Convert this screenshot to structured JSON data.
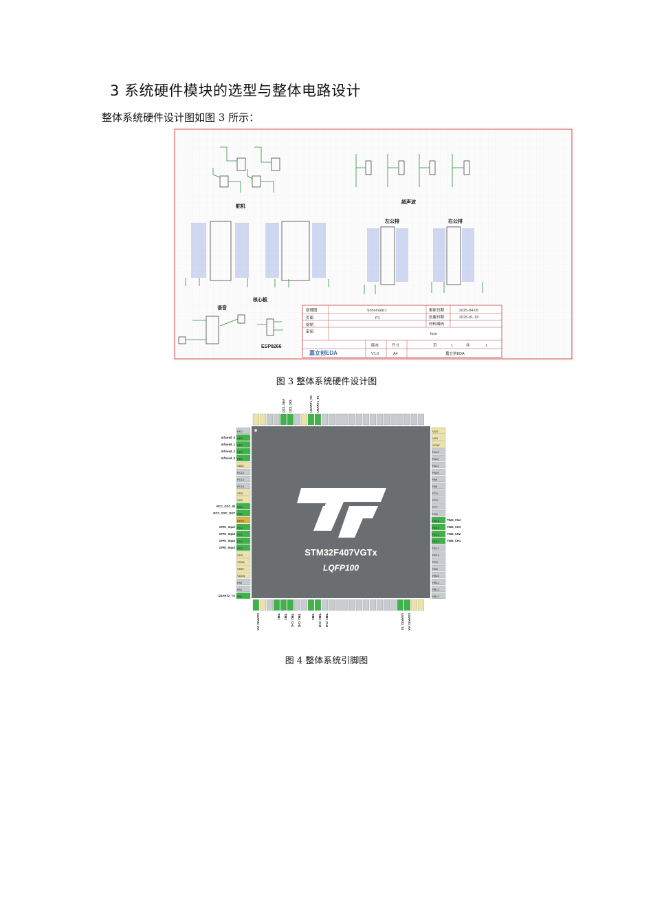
{
  "heading": "3 系统硬件模块的选型与整体电路设计",
  "intro": "整体系统硬件设计图如图 3 所示：",
  "figure3": {
    "caption": "图 3 整体系统硬件设计图",
    "labels": {
      "servo": "舵机",
      "ultrasonic": "超声波",
      "left_header": "左公排",
      "right_header": "右公排",
      "core_board": "核心板",
      "voice": "语音",
      "esp": "ESP8266"
    },
    "title_block": {
      "sheet_label": "原理图",
      "sheet_value": "Schematic1",
      "page_label": "页面",
      "page_value": "P1",
      "draw_label": "绘制",
      "review_label": "审阅",
      "author_value": "luye",
      "update_label": "更新日期",
      "update_value": "2025-04-05",
      "create_label": "创建日期",
      "create_value": "2025-01-18",
      "pcb_label": "材料编码",
      "version_label": "版本",
      "version_value": "V1.0",
      "size_label": "尺寸",
      "size_value": "A4",
      "page_of_label": "页",
      "page_num": "1",
      "total_label": "共",
      "total_num": "1",
      "logo": "嘉立创EDA",
      "company": "嘉立创EDA"
    }
  },
  "figure4": {
    "caption": "图 4 整体系统引脚图",
    "chip_name": "STM32F407VGTx",
    "package": "LQFP100",
    "left_signals": [
      "Infrared_0",
      "Infrared_1",
      "Infrared_2",
      "Infrared_3",
      "RCC_OSC_IN",
      "RCC_OSC_OUT",
      "GPIO_Input",
      "GPIO_Input",
      "GPIO_Input",
      "GPIO_Input",
      "USART2_TX"
    ],
    "right_signals": [
      "TIM4_CH4",
      "TIM4_CH3",
      "TIM4_CH2",
      "TIM4_CH1"
    ],
    "top_signals": [
      "I2C1_SDA",
      "I2C1_SCL",
      "USART1_RX",
      "USART1_TX"
    ],
    "bottom_signals": [
      "USART2_RX",
      "TIM1",
      "TIM2",
      "TIM2_CH1",
      "TIM2_CH2",
      "TIM3",
      "TIM3_CH3",
      "TIM3_CH4",
      "USART3_TX",
      "USART3_RX"
    ],
    "left_pins": [
      "PE2",
      "PE3",
      "PE4",
      "PE5",
      "PE6",
      "VBAT",
      "PC13",
      "PC14",
      "PC15",
      "VDD",
      "VSS",
      "PH0",
      "PH1",
      "NRST",
      "PC0",
      "PC1",
      "PC2",
      "PC3",
      "VDD",
      "VSSA",
      "VREF",
      "VDDA",
      "PA0",
      "PA1",
      "PA2"
    ],
    "right_pins": [
      "VDD",
      "VSS",
      "VCAP",
      "PA13",
      "PA12",
      "PA11",
      "PA10",
      "PA9",
      "PA8",
      "PC9",
      "PC8",
      "PC7",
      "PC6",
      "PD15",
      "PD14",
      "PD13",
      "PD12",
      "PD11",
      "PD10",
      "PD9",
      "PD8",
      "PB15",
      "PB14",
      "PB13",
      "PB12"
    ],
    "colors": {
      "green": "#3fb24a",
      "khaki": "#ece3a8",
      "gray": "#c8ccd0",
      "chip": "#6b6e70",
      "yellow": "#d7b43a"
    }
  }
}
